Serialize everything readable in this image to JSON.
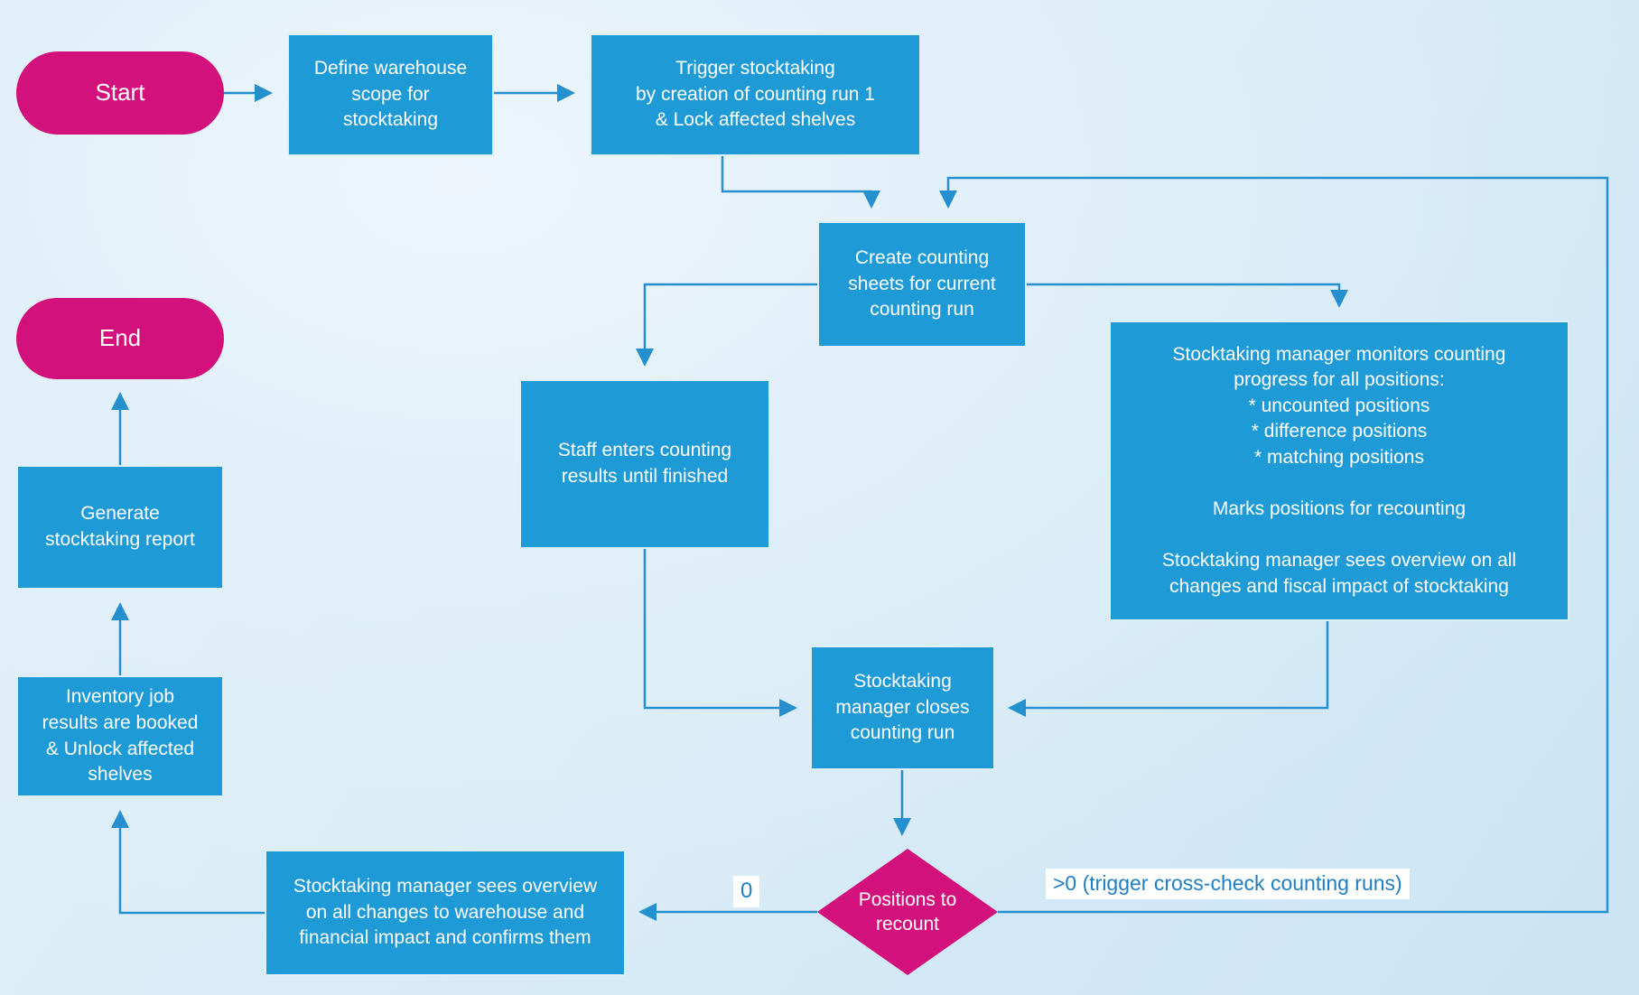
{
  "nodes": {
    "start": {
      "shape": "stadium",
      "label": "Start"
    },
    "define": {
      "shape": "process",
      "label": "Define warehouse\nscope for\nstocktaking"
    },
    "trigger": {
      "shape": "process",
      "label": "Trigger stocktaking\nby creation of counting run 1\n& Lock affected shelves"
    },
    "create": {
      "shape": "process",
      "label": "Create counting\nsheets for current\ncounting run"
    },
    "staff": {
      "shape": "process",
      "label": "Staff enters counting\nresults until finished"
    },
    "monitor": {
      "shape": "process",
      "label": "Stocktaking manager monitors counting\nprogress for all positions:\n* uncounted positions\n* difference positions\n* matching positions\n\nMarks positions for recounting\n\nStocktaking manager sees overview on all\nchanges and fiscal impact of stocktaking"
    },
    "closes": {
      "shape": "process",
      "label": "Stocktaking\nmanager closes\ncounting run"
    },
    "recount": {
      "shape": "decision",
      "label": "Positions to\nrecount"
    },
    "confirm": {
      "shape": "process",
      "label": "Stocktaking manager sees overview\non all changes to warehouse and\nfinancial impact and confirms them"
    },
    "inventory": {
      "shape": "process",
      "label": "Inventory job\nresults are booked\n& Unlock affected\nshelves"
    },
    "generate": {
      "shape": "process",
      "label": "Generate\nstocktaking report"
    },
    "end": {
      "shape": "stadium",
      "label": "End"
    }
  },
  "edge_labels": {
    "zero": "0",
    "greater_zero": ">0 (trigger cross-check counting runs)"
  },
  "colors": {
    "process_fill": "#1E9AD6",
    "terminal_fill": "#D3117C",
    "connector": "#2490D0",
    "node_text": "#FFFFFF",
    "edge_label_text": "#1F7EC2",
    "background_light": "#EAF4FC",
    "background_dark": "#CBE4F4"
  }
}
